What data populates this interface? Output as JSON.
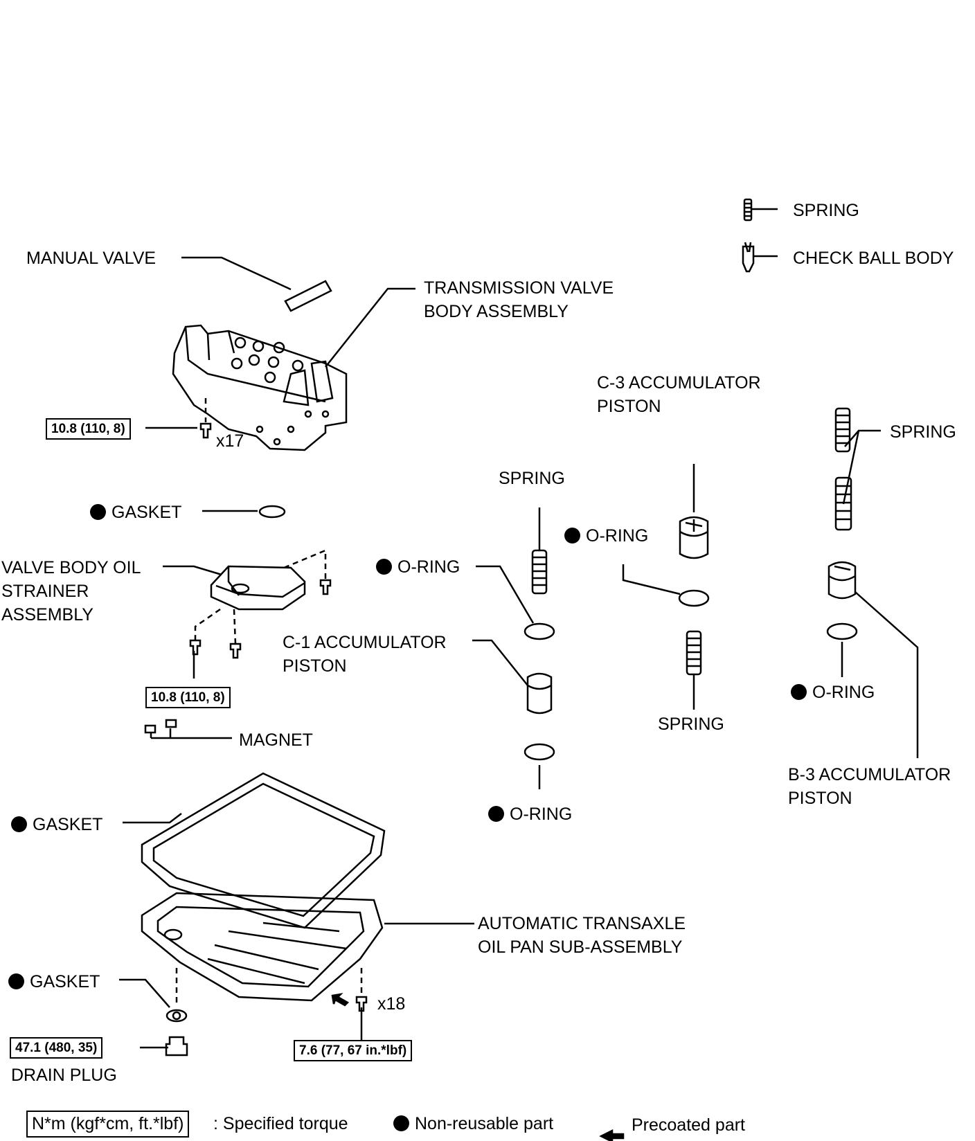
{
  "labels": {
    "spring_top": "SPRING",
    "check_ball_body": "CHECK BALL BODY",
    "manual_valve": "MANUAL VALVE",
    "transmission_valve_body_1": "TRANSMISSION VALVE",
    "transmission_valve_body_2": "BODY ASSEMBLY",
    "x17": "x17",
    "gasket_1": "GASKET",
    "strainer_1": "VALVE BODY OIL",
    "strainer_2": "STRAINER",
    "strainer_3": "ASSEMBLY",
    "magnet": "MAGNET",
    "gasket_2": "GASKET",
    "gasket_3": "GASKET",
    "drain_plug": "DRAIN PLUG",
    "x18": "x18",
    "oil_pan_1": "AUTOMATIC TRANSAXLE",
    "oil_pan_2": "OIL PAN SUB-ASSEMBLY",
    "spring_c1": "SPRING",
    "oring_c1_upper": "O-RING",
    "c1_piston_1": "C-1 ACCUMULATOR",
    "c1_piston_2": "PISTON",
    "oring_c1_lower": "O-RING",
    "c3_piston_1": "C-3 ACCUMULATOR",
    "c3_piston_2": "PISTON",
    "oring_c3": "O-RING",
    "spring_c3": "SPRING",
    "spring_b3": "SPRING",
    "oring_b3": "O-RING",
    "b3_piston_1": "B-3 ACCUMULATOR",
    "b3_piston_2": "PISTON"
  },
  "torques": {
    "valve_body": "10.8 (110, 8)",
    "strainer": "10.8 (110, 8)",
    "drain_plug": "47.1 (480, 35)",
    "oil_pan": "7.6 (77, 67 in.*lbf)"
  },
  "legend": {
    "torque_unit": "N*m (kgf*cm, ft.*lbf)",
    "torque_text": ": Specified torque",
    "nonreusable_text": "Non-reusable part",
    "precoated_text": "Precoated part"
  }
}
